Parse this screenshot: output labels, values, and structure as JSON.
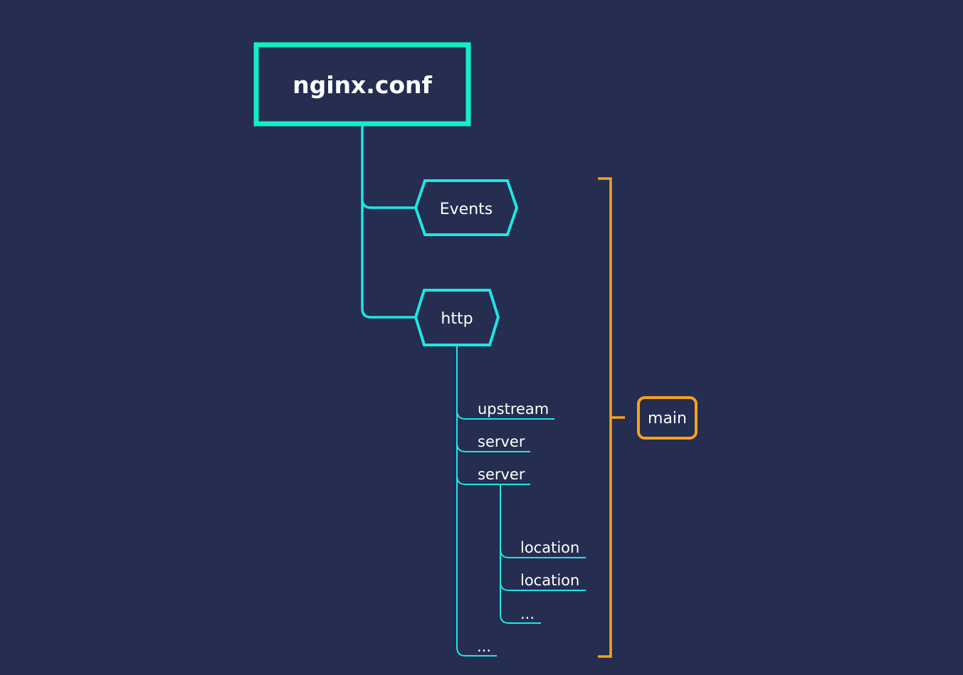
{
  "root": {
    "label": "nginx.conf"
  },
  "contexts": {
    "events": {
      "label": "Events"
    },
    "http": {
      "label": "http"
    }
  },
  "http_children": {
    "upstream": "upstream",
    "server_1": "server",
    "server_2": "server",
    "ellipsis": "..."
  },
  "server_children": {
    "location_1": "location",
    "location_2": "location",
    "ellipsis": "..."
  },
  "bracket": {
    "label": "main"
  },
  "colors": {
    "background": "#252d51",
    "root_border": "#12efc4",
    "tree_line": "#1ee6e4",
    "bracket": "#f5a21b",
    "text": "#ffffff"
  }
}
